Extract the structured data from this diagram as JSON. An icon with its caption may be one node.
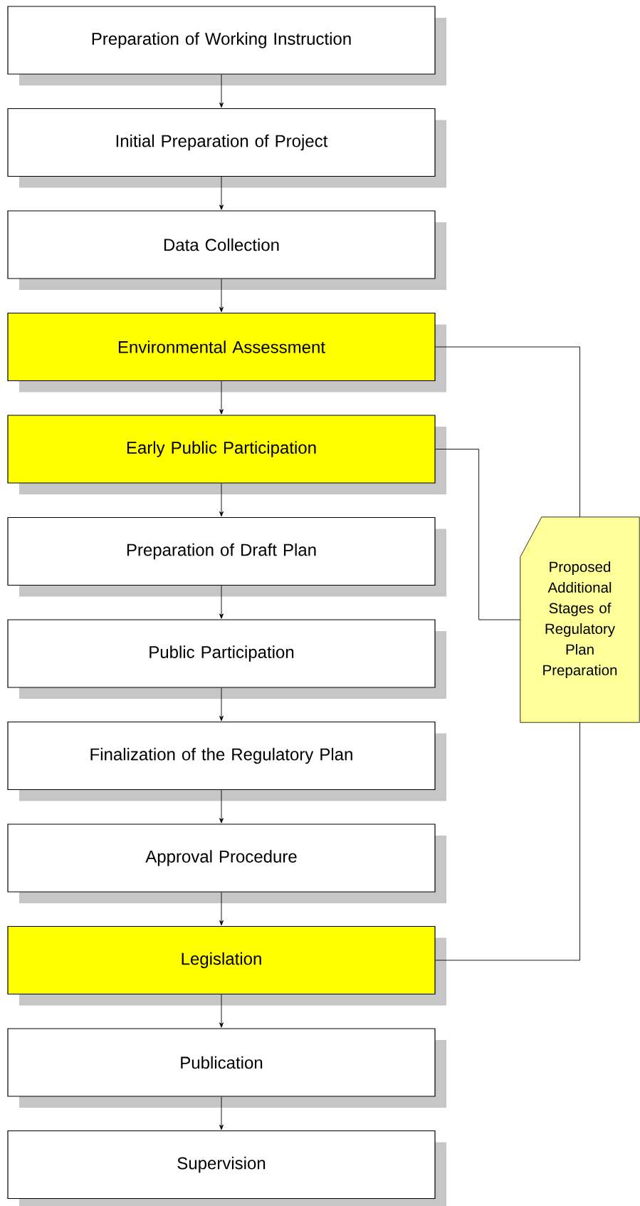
{
  "diagram": {
    "nodes": [
      {
        "text": [
          "Preparation of Working Instruction"
        ]
      },
      {
        "text": [
          "Initial Preparation of Project"
        ]
      },
      {
        "text": [
          "Data Collection"
        ]
      },
      {
        "text": [
          "Environmental Assessment"
        ]
      },
      {
        "text": [
          "Early Public Participation"
        ]
      },
      {
        "text": [
          "Preparation of Draft Plan"
        ]
      },
      {
        "text": [
          "Public Participation"
        ]
      },
      {
        "text": [
          "Finalization of the Regulatory Plan"
        ]
      },
      {
        "text": [
          "Approval Procedure"
        ]
      },
      {
        "text": [
          "Legislation"
        ]
      },
      {
        "text": [
          "Publication"
        ]
      },
      {
        "text": [
          "Supervision"
        ]
      },
      {
        "text": [
          "Proposed Additional Stages of Regulatory Plan Preparation"
        ]
      }
    ],
    "edges": [
      {
        "from": 0,
        "to": 1,
        "arrow": "to"
      },
      {
        "from": 1,
        "to": 2,
        "arrow": "to"
      },
      {
        "from": 2,
        "to": 3,
        "arrow": "to"
      },
      {
        "from": 3,
        "to": 4,
        "arrow": "to"
      },
      {
        "from": 4,
        "to": 5,
        "arrow": "to"
      },
      {
        "from": 5,
        "to": 6,
        "arrow": "to"
      },
      {
        "from": 6,
        "to": 7,
        "arrow": "to"
      },
      {
        "from": 7,
        "to": 8,
        "arrow": "to"
      },
      {
        "from": 8,
        "to": 9,
        "arrow": "to"
      },
      {
        "from": 9,
        "to": 10,
        "arrow": "to"
      },
      {
        "from": 10,
        "to": 11,
        "arrow": "to"
      },
      {
        "from": 3,
        "to": 12,
        "arrow": "none"
      },
      {
        "from": 4,
        "to": 12,
        "arrow": "none"
      },
      {
        "from": 9,
        "to": 12,
        "arrow": "none"
      }
    ]
  }
}
